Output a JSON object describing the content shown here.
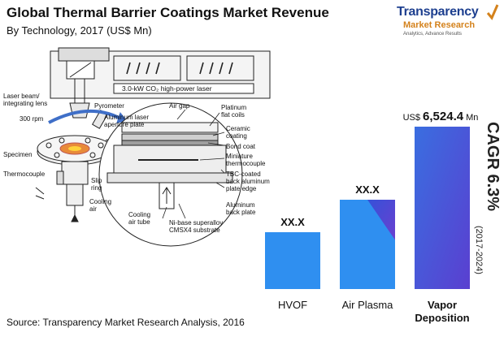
{
  "header": {
    "title": "Global Thermal Barrier Coatings Market Revenue",
    "subtitle": "By Technology, 2017 (US$ Mn)"
  },
  "logo": {
    "name": "Transparency",
    "sub": "Market Research",
    "tagline": "Analytics, Advance Results"
  },
  "illustration_labels": {
    "laser_title": "3.0-kW CO₂ high-power laser",
    "laser_beam": "Laser beam/",
    "integrating_lens": "integrating lens",
    "pyrometer": "Pyrometer",
    "rpm": "300 rpm",
    "aluminum_aperture_1": "Aluminum laser",
    "aluminum_aperture_2": "aperture plate",
    "specimen": "Specimen",
    "thermocouple": "Thermocouple",
    "slip_ring_1": "Slip",
    "slip_ring_2": "ring",
    "cooling_air_1": "Cooling",
    "cooling_air_2": "air",
    "air_gap": "Air gap",
    "platinum_1": "Platinum",
    "platinum_2": "flat coils",
    "ceramic_1": "Ceramic",
    "ceramic_2": "coating",
    "bond_coat": "Bond coat",
    "miniature_1": "Miniature",
    "miniature_2": "thermocouple",
    "tbc_1": "TBC-coated",
    "tbc_2": "back aluminum",
    "tbc_3": "plate edge",
    "cooling_tube_1": "Cooling",
    "cooling_tube_2": "air tube",
    "aluminum_back_1": "Aluminum",
    "aluminum_back_2": "back plate",
    "ni_base_1": "Ni-base superalloy",
    "ni_base_2": "CMSX4 substrate"
  },
  "chart_data": {
    "type": "bar",
    "title": "Global Thermal Barrier Coatings Market Revenue",
    "subtitle": "By Technology, 2017 (US$ Mn)",
    "categories": [
      "HVOF",
      "Air Plasma",
      "Vapor Deposition"
    ],
    "values": [
      null,
      null,
      6524.4
    ],
    "value_labels": [
      "XX.X",
      "XX.X",
      "6,524.4"
    ],
    "value_prefix": "US$",
    "value_suffix": "Mn",
    "approx_relative_heights": [
      0.35,
      0.55,
      1.0
    ],
    "annotation": {
      "main": "CAGR 6.3%",
      "period": "(2017-2024)"
    },
    "colors": [
      "#2f8ff0",
      "#2f8ff0",
      "#4b48d8"
    ],
    "grid": false,
    "legend": "none"
  },
  "footer": {
    "source": "Source: Transparency Market Research Analysis, 2016"
  }
}
